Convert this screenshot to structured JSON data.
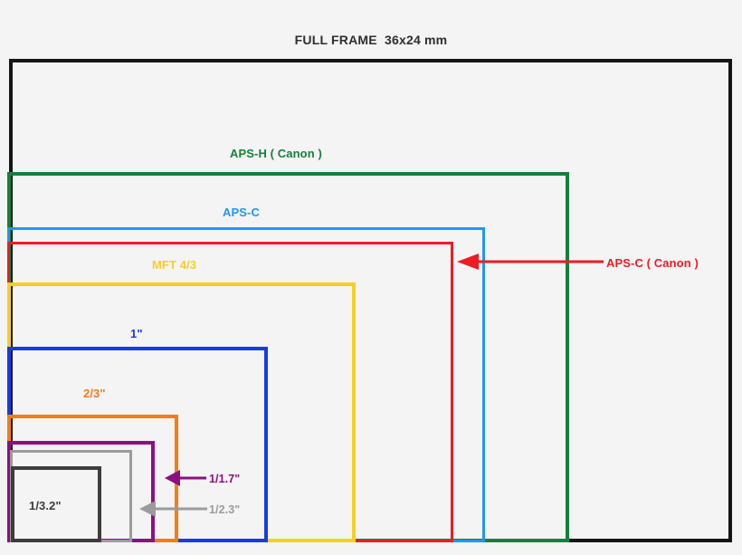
{
  "diagram": {
    "title": "FULL FRAME  36x24 mm",
    "background_color": "#f4f4f4",
    "title_color": "#2e2e2e"
  },
  "colors": {
    "full_frame": "#151515",
    "aps_h": "#15803d",
    "aps_c": "#2196f3",
    "aps_c_canon": "#ee1c25",
    "mft_43": "#f5cf22",
    "one_inch": "#1a3ae0",
    "two_thirds": "#f57c14",
    "one_one_seven": "#8d0f7e",
    "one_two_three": "#9b9b9b",
    "one_three_two": "#3d3d3d"
  },
  "sensors": [
    {
      "id": "full-frame",
      "label": "FULL FRAME  36x24 mm",
      "color": "#151515",
      "width_mm": 36,
      "height_mm": 24
    },
    {
      "id": "aps-h",
      "label": "APS-H ( Canon )",
      "color": "#15803d",
      "width_mm": 28.7,
      "height_mm": 19
    },
    {
      "id": "aps-c",
      "label": "APS-C",
      "color": "#2196f3",
      "width_mm": 23.6,
      "height_mm": 15.6
    },
    {
      "id": "aps-c-canon",
      "label": "APS-C ( Canon )",
      "color": "#ee1c25",
      "width_mm": 22.3,
      "height_mm": 14.9
    },
    {
      "id": "mft-43",
      "label": "MFT 4/3",
      "color": "#f5cf22",
      "width_mm": 17.3,
      "height_mm": 13
    },
    {
      "id": "one-inch",
      "label": "1\"",
      "color": "#1a3ae0",
      "width_mm": 13.2,
      "height_mm": 8.8
    },
    {
      "id": "two-thirds",
      "label": "2/3\"",
      "color": "#f57c14",
      "width_mm": 8.8,
      "height_mm": 6.6
    },
    {
      "id": "one-one-seven",
      "label": "1/1.7\"",
      "color": "#8d0f7e",
      "width_mm": 7.6,
      "height_mm": 5.7
    },
    {
      "id": "one-two-three",
      "label": "1/2.3\"",
      "color": "#9b9b9b",
      "width_mm": 6.2,
      "height_mm": 4.6
    },
    {
      "id": "one-three-two",
      "label": "1/3.2\"",
      "color": "#3d3d3d",
      "width_mm": 4.5,
      "height_mm": 3.4
    }
  ],
  "callouts": [
    {
      "id": "aps-c-canon",
      "label": "APS-C ( Canon )",
      "color": "#ee1c25"
    },
    {
      "id": "one-one-seven",
      "label": "1/1.7\"",
      "color": "#8d0f7e"
    },
    {
      "id": "one-two-three",
      "label": "1/2.3\"",
      "color": "#9b9b9b"
    }
  ]
}
